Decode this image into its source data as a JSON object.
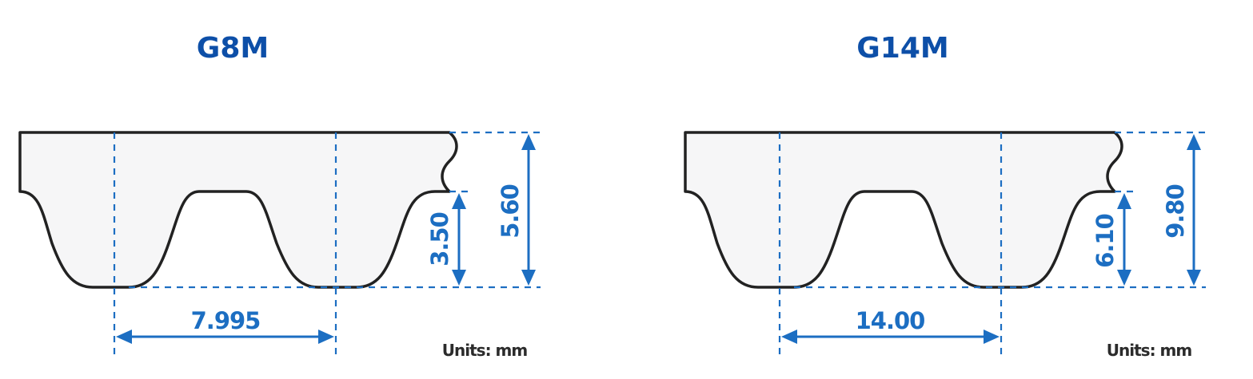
{
  "profiles": [
    {
      "title": "G8M",
      "pitch": "7.995",
      "tooth_height": "3.50",
      "belt_height": "5.60",
      "units": "Units: mm"
    },
    {
      "title": "G14M",
      "pitch": "14.00",
      "tooth_height": "6.10",
      "belt_height": "9.80",
      "units": "Units: mm"
    }
  ],
  "colors": {
    "title": "#0d4fa8",
    "dimension": "#1c6ec2",
    "belt_fill": "#f6f6f7",
    "belt_outline": "#222222",
    "units_text": "#2b2b2b"
  }
}
